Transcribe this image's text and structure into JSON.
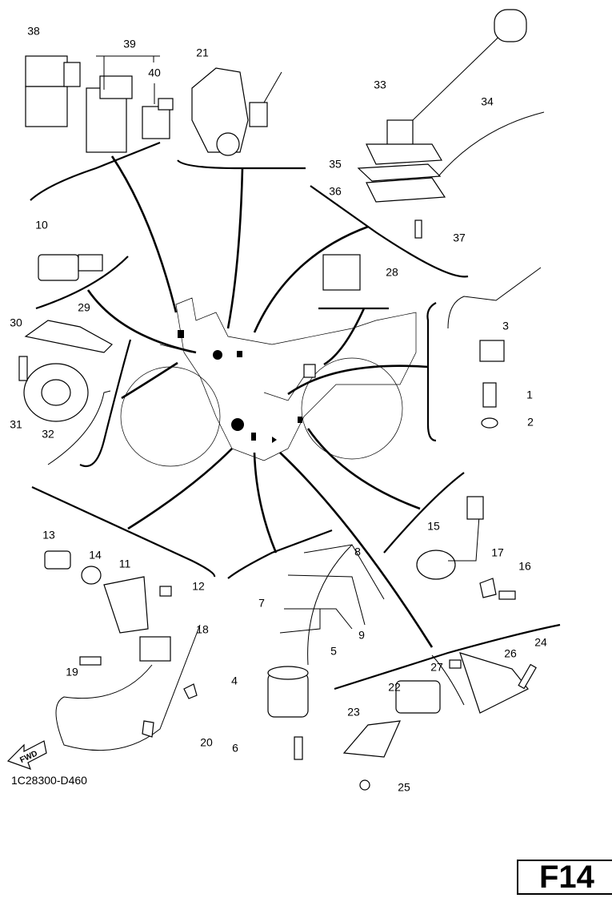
{
  "diagram": {
    "part_numbers": [
      "38",
      "39",
      "40",
      "21",
      "33",
      "34",
      "35",
      "36",
      "37",
      "10",
      "28",
      "29",
      "30",
      "3",
      "31",
      "32",
      "1",
      "2",
      "13",
      "14",
      "11",
      "12",
      "15",
      "17",
      "16",
      "8",
      "7",
      "9",
      "5",
      "18",
      "19",
      "24",
      "26",
      "27",
      "22",
      "4",
      "23",
      "20",
      "6",
      "25"
    ],
    "forward_arrow_label": "FWD",
    "diagram_code": "1C28300-D460",
    "figure_id": "F14"
  }
}
